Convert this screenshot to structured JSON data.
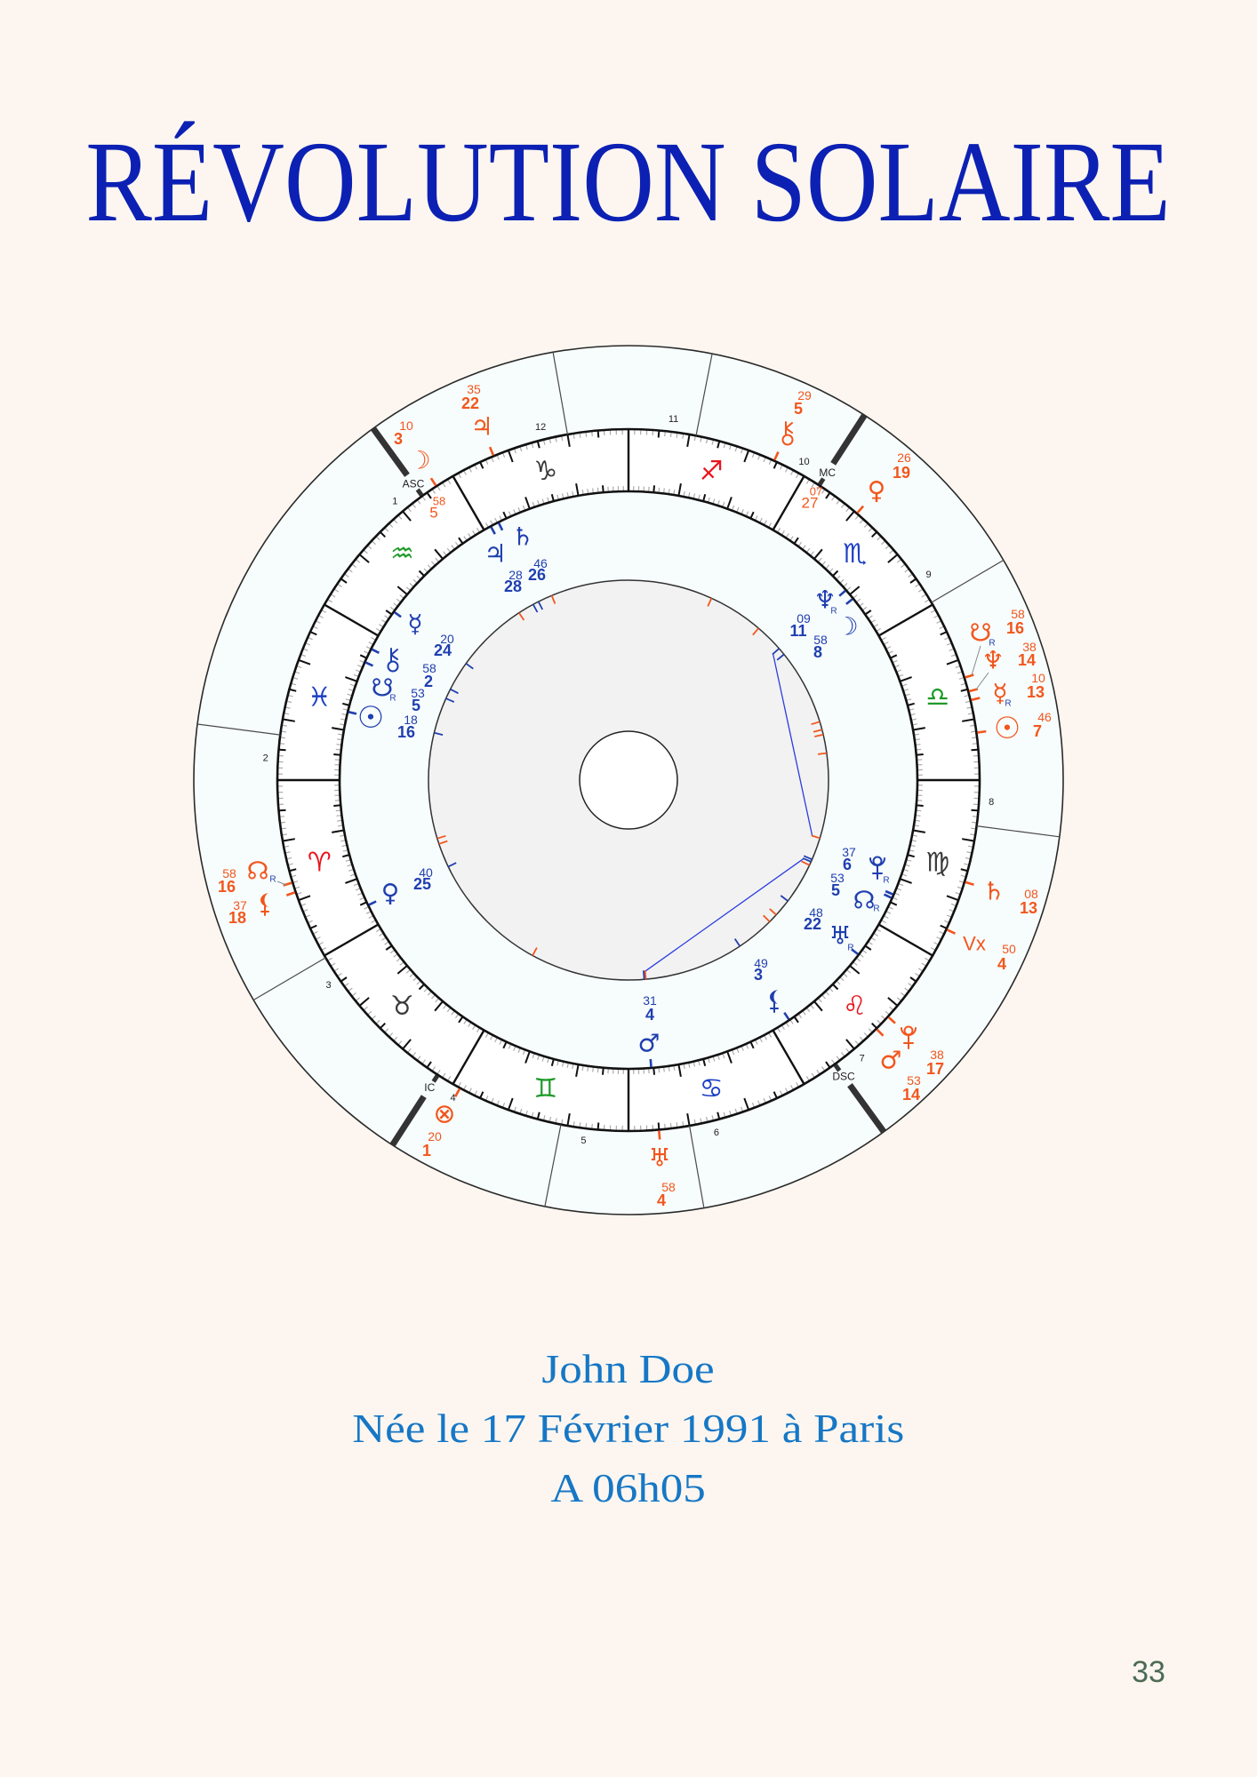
{
  "page": {
    "title": "RÉVOLUTION SOLAIRE",
    "person_name": "John Doe",
    "birth_line": "Née le 17 Février 1991 à Paris",
    "time_line": "A 06h05",
    "page_number": "33"
  },
  "colors": {
    "background": "#fdf6f0",
    "title": "#0c21b3",
    "subtitle": "#1677c5",
    "page_number": "#4b6b53",
    "outer": "#f2561d",
    "natal": "#1f3fb0",
    "aspect_line": "#2b3de0",
    "fire": "#e8141b",
    "earth": "#3a3a3a",
    "air": "#1f9a2a",
    "water": "#1d3fc4"
  },
  "chart_data": {
    "type": "astrology_biwheel",
    "title": "RÉVOLUTION SOLAIRE",
    "zodiac": [
      {
        "name": "Aries",
        "glyph": "♈",
        "element": "fire",
        "start": 0
      },
      {
        "name": "Taurus",
        "glyph": "♉",
        "element": "earth",
        "start": 30
      },
      {
        "name": "Gemini",
        "glyph": "♊",
        "element": "air",
        "start": 60
      },
      {
        "name": "Cancer",
        "glyph": "♋",
        "element": "water",
        "start": 90
      },
      {
        "name": "Leo",
        "glyph": "♌",
        "element": "fire",
        "start": 120
      },
      {
        "name": "Virgo",
        "glyph": "♍",
        "element": "earth",
        "start": 150
      },
      {
        "name": "Libra",
        "glyph": "♎",
        "element": "air",
        "start": 180
      },
      {
        "name": "Scorpio",
        "glyph": "♏",
        "element": "water",
        "start": 210
      },
      {
        "name": "Sagittarius",
        "glyph": "♐",
        "element": "fire",
        "start": 240
      },
      {
        "name": "Capricorn",
        "glyph": "♑",
        "element": "earth",
        "start": 270
      },
      {
        "name": "Aquarius",
        "glyph": "♒",
        "element": "air",
        "start": 300
      },
      {
        "name": "Pisces",
        "glyph": "♓",
        "element": "water",
        "start": 330
      }
    ],
    "angles": [
      {
        "label": "ASC",
        "lon": 305.97,
        "sign": "Aquarius",
        "deg": "5",
        "min": "58"
      },
      {
        "label": "MC",
        "lon": 237.12,
        "sign": "Scorpio",
        "deg": "27",
        "min": "07"
      },
      {
        "label": "DSC",
        "lon": 125.97
      },
      {
        "label": "IC",
        "lon": 57.12
      }
    ],
    "houses": [
      {
        "num": "1",
        "lon": 305.97,
        "angle": "ASC"
      },
      {
        "num": "2",
        "lon": 352.6
      },
      {
        "num": "3",
        "lon": 30.4
      },
      {
        "num": "4",
        "lon": 57.12,
        "angle": "IC"
      },
      {
        "num": "5",
        "lon": 78.9
      },
      {
        "num": "6",
        "lon": 100.0
      },
      {
        "num": "7",
        "lon": 125.97,
        "angle": "DSC"
      },
      {
        "num": "8",
        "lon": 172.5
      },
      {
        "num": "9",
        "lon": 210.4
      },
      {
        "num": "10",
        "lon": 237.12,
        "angle": "MC"
      },
      {
        "num": "11",
        "lon": 258.9
      },
      {
        "num": "12",
        "lon": 280.0
      }
    ],
    "outer_points": [
      {
        "id": "moon",
        "glyph": "☽",
        "sign": "Aquarius",
        "deg": "3",
        "min": "10",
        "lon": 303.17
      },
      {
        "id": "jupiter",
        "glyph": "♃",
        "sign": "Capricorn",
        "deg": "22",
        "min": "35",
        "lon": 292.58
      },
      {
        "id": "chiron",
        "glyph": "⚷",
        "sign": "Sagittarius",
        "deg": "5",
        "min": "29",
        "lon": 245.48
      },
      {
        "id": "venus",
        "glyph": "♀",
        "sign": "Scorpio",
        "deg": "19",
        "min": "26",
        "lon": 229.43
      },
      {
        "id": "south_node",
        "glyph": "☋",
        "sign": "Libra",
        "deg": "16",
        "min": "58",
        "lon": 196.97,
        "retro": true
      },
      {
        "id": "neptune",
        "glyph": "♆",
        "sign": "Libra",
        "deg": "14",
        "min": "38",
        "lon": 194.63
      },
      {
        "id": "mercury",
        "glyph": "☿",
        "sign": "Libra",
        "deg": "13",
        "min": "10",
        "lon": 193.17,
        "retro": true
      },
      {
        "id": "sun",
        "glyph": "☉",
        "sign": "Libra",
        "deg": "7",
        "min": "46",
        "lon": 187.77
      },
      {
        "id": "saturn",
        "glyph": "♄",
        "sign": "Virgo",
        "deg": "13",
        "min": "08",
        "lon": 163.13
      },
      {
        "id": "vertex",
        "glyph": "Vx",
        "sign": "Virgo",
        "deg": "4",
        "min": "50",
        "lon": 154.83
      },
      {
        "id": "pluto",
        "glyph": "♇",
        "sign": "Leo",
        "deg": "17",
        "min": "38",
        "lon": 137.63
      },
      {
        "id": "mars",
        "glyph": "♂",
        "sign": "Leo",
        "deg": "14",
        "min": "53",
        "lon": 134.88
      },
      {
        "id": "uranus",
        "glyph": "♅",
        "sign": "Cancer",
        "deg": "4",
        "min": "58",
        "lon": 94.97
      },
      {
        "id": "part_of_fortune",
        "glyph": "⊗",
        "sign": "Gemini",
        "deg": "1",
        "min": "20",
        "lon": 61.33
      },
      {
        "id": "lilith",
        "glyph": "⚸",
        "sign": "Aries",
        "deg": "18",
        "min": "37",
        "lon": 18.62
      },
      {
        "id": "north_node",
        "glyph": "☊",
        "sign": "Aries",
        "deg": "16",
        "min": "58",
        "lon": 16.97,
        "retro": true
      }
    ],
    "inner_points": [
      {
        "id": "jupiter",
        "glyph": "♃",
        "sign": "Capricorn",
        "deg": "28",
        "min": "28",
        "lon": 298.47
      },
      {
        "id": "saturn",
        "glyph": "♄",
        "sign": "Capricorn",
        "deg": "26",
        "min": "46",
        "lon": 296.77
      },
      {
        "id": "mercury",
        "glyph": "☿",
        "sign": "Aquarius",
        "deg": "24",
        "min": "20",
        "lon": 324.33
      },
      {
        "id": "chiron",
        "glyph": "⚷",
        "sign": "Pisces",
        "deg": "2",
        "min": "58",
        "lon": 332.97
      },
      {
        "id": "south_node",
        "glyph": "☋",
        "sign": "Pisces",
        "deg": "5",
        "min": "53",
        "lon": 335.88,
        "retro": true
      },
      {
        "id": "sun",
        "glyph": "☉",
        "sign": "Pisces",
        "deg": "16",
        "min": "18",
        "lon": 346.3
      },
      {
        "id": "venus",
        "glyph": "♀",
        "sign": "Aries",
        "deg": "25",
        "min": "40",
        "lon": 25.67
      },
      {
        "id": "mars",
        "glyph": "♂",
        "sign": "Cancer",
        "deg": "4",
        "min": "31",
        "lon": 94.52
      },
      {
        "id": "lilith",
        "glyph": "⚸",
        "sign": "Leo",
        "deg": "3",
        "min": "49",
        "lon": 123.82
      },
      {
        "id": "uranus",
        "glyph": "♅",
        "sign": "Leo",
        "deg": "22",
        "min": "48",
        "lon": 142.8,
        "retro": true
      },
      {
        "id": "north_node",
        "glyph": "☊",
        "sign": "Virgo",
        "deg": "5",
        "min": "53",
        "lon": 155.88,
        "retro": true
      },
      {
        "id": "pluto",
        "glyph": "♇",
        "sign": "Virgo",
        "deg": "6",
        "min": "37",
        "lon": 156.62,
        "retro": true
      },
      {
        "id": "moon",
        "glyph": "☽",
        "sign": "Scorpio",
        "deg": "8",
        "min": "58",
        "lon": 218.97
      },
      {
        "id": "neptune",
        "glyph": "♆",
        "sign": "Scorpio",
        "deg": "11",
        "min": "09",
        "lon": 221.15,
        "retro": true
      }
    ],
    "retrograde_marker": "R",
    "aspects": [
      {
        "from": "inner.neptune",
        "from_lon": 221.15,
        "to": "outer.saturn",
        "to_lon": 163.13,
        "type": "sextile"
      },
      {
        "from": "inner.north_node",
        "from_lon": 155.88,
        "to": "outer.uranus",
        "to_lon": 94.97,
        "type": "sextile"
      }
    ]
  }
}
